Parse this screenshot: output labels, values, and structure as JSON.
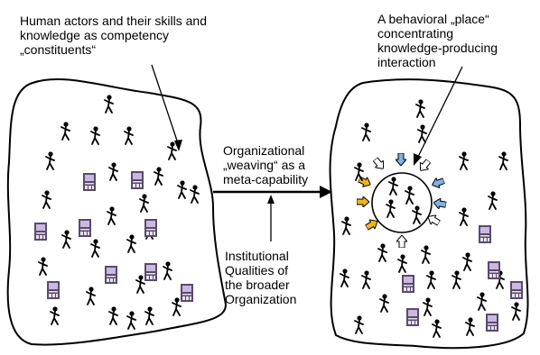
{
  "labels": {
    "top_left": "Human actors and their skills and\nknowledge as competency\n„constituents“",
    "top_right": "A behavioral „place“\nconcentrating\nknowledge-producing\ninteraction",
    "middle": "Organizational\n„weaving“ as a\nmeta-capability",
    "bottom": "Institutional\nQualities of\nthe broader\nOrganization"
  },
  "icons": {
    "actor": "stick-figure-icon",
    "tool": "computer-icon"
  },
  "colors": {
    "outline": "#000000",
    "arrow_blue": "#7fb2e5",
    "arrow_yellow": "#f2b41c",
    "arrow_white": "#ffffff",
    "tool_body": "#5a4a6a",
    "tool_screen": "#c9b8e0"
  }
}
